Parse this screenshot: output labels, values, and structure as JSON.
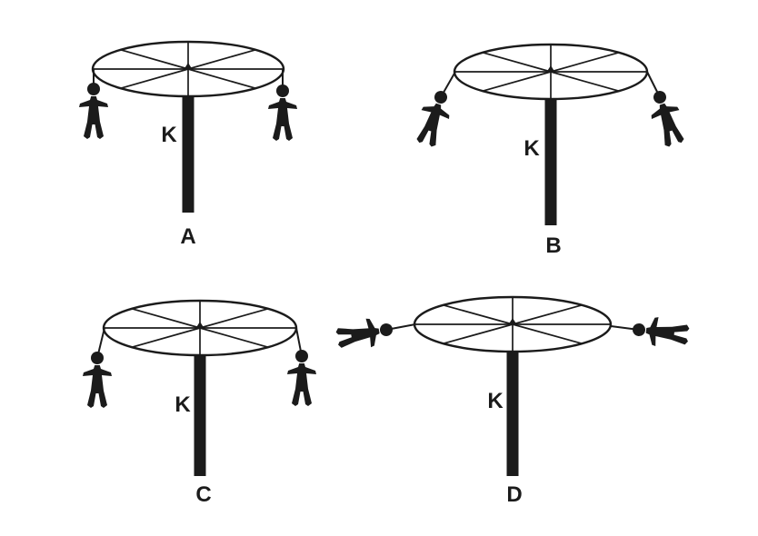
{
  "figures": [
    {
      "id": "A",
      "label": "A",
      "pole_label": "K"
    },
    {
      "id": "B",
      "label": "B",
      "pole_label": "K"
    },
    {
      "id": "C",
      "label": "C",
      "pole_label": "K"
    },
    {
      "id": "D",
      "label": "D",
      "pole_label": "K"
    }
  ],
  "colors": {
    "ink": "#1b1b1b",
    "background": "#ffffff"
  }
}
